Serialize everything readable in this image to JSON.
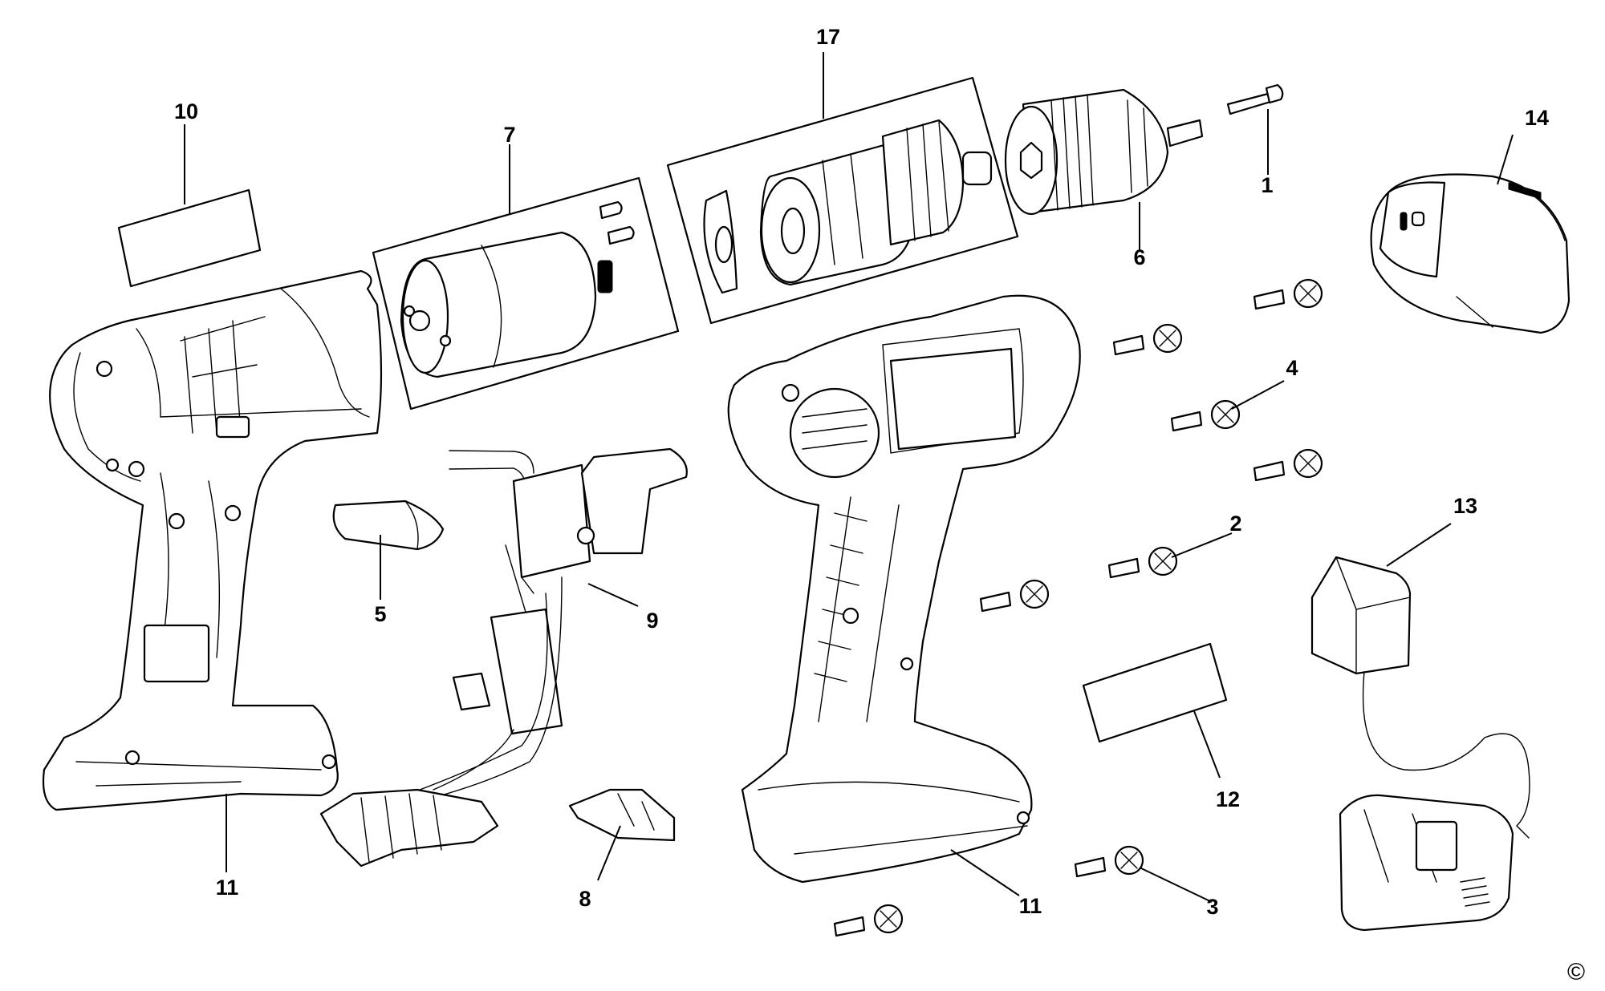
{
  "diagram": {
    "title": "Cordless drill exploded parts diagram",
    "copyright": "©",
    "callouts": [
      {
        "id": "1",
        "label": "1"
      },
      {
        "id": "2",
        "label": "2"
      },
      {
        "id": "3",
        "label": "3"
      },
      {
        "id": "4",
        "label": "4"
      },
      {
        "id": "5",
        "label": "5"
      },
      {
        "id": "6",
        "label": "6"
      },
      {
        "id": "7",
        "label": "7"
      },
      {
        "id": "8",
        "label": "8"
      },
      {
        "id": "9",
        "label": "9"
      },
      {
        "id": "10",
        "label": "10"
      },
      {
        "id": "11a",
        "label": "11"
      },
      {
        "id": "11b",
        "label": "11"
      },
      {
        "id": "12",
        "label": "12"
      },
      {
        "id": "13",
        "label": "13"
      },
      {
        "id": "14",
        "label": "14"
      },
      {
        "id": "17",
        "label": "17"
      }
    ]
  }
}
